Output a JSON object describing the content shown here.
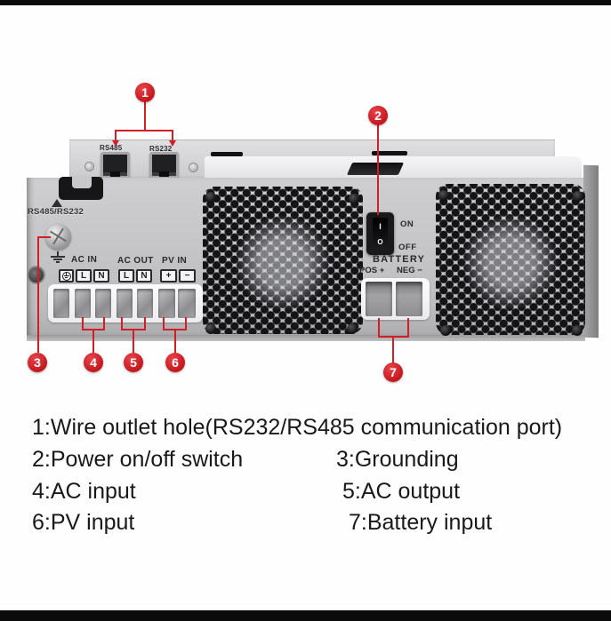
{
  "colors": {
    "accent_red": "#d01f26",
    "chassis_gray": "#c4c5c7",
    "background": "#fefefe"
  },
  "device": {
    "comm_ports": {
      "rs485": "RS485",
      "rs232": "RS232"
    },
    "panel_side_label": "RS485/RS232",
    "icons": [
      "up-arrow-icon",
      "earth-ground-icon",
      "grounding-screw",
      "reset-breaker",
      "fan-grille",
      "wire-hook"
    ],
    "terminal_groups": [
      {
        "label": "AC IN",
        "cells": [
          "earth-ground",
          "L",
          "N"
        ]
      },
      {
        "label": "AC OUT",
        "cells": [
          "L",
          "N"
        ]
      },
      {
        "label": "PV IN",
        "cells": [
          "+",
          "−"
        ]
      }
    ],
    "switch": {
      "on": "ON",
      "off": "OFF",
      "i": "I",
      "o": "O"
    },
    "battery": {
      "title": "BATTERY",
      "pos": "POS +",
      "neg": "NEG −"
    }
  },
  "callouts": {
    "c1": "1",
    "c2": "2",
    "c3": "3",
    "c4": "4",
    "c5": "5",
    "c6": "6",
    "c7": "7"
  },
  "legend": {
    "line1": "1:Wire outlet hole(RS232/RS485 communication port)",
    "line2_left": "2:Power on/off switch",
    "line2_right": "3:Grounding",
    "line3_left": "4:AC input",
    "line3_right": "5:AC output",
    "line4_left": "6:PV input",
    "line4_right": "7:Battery input"
  }
}
